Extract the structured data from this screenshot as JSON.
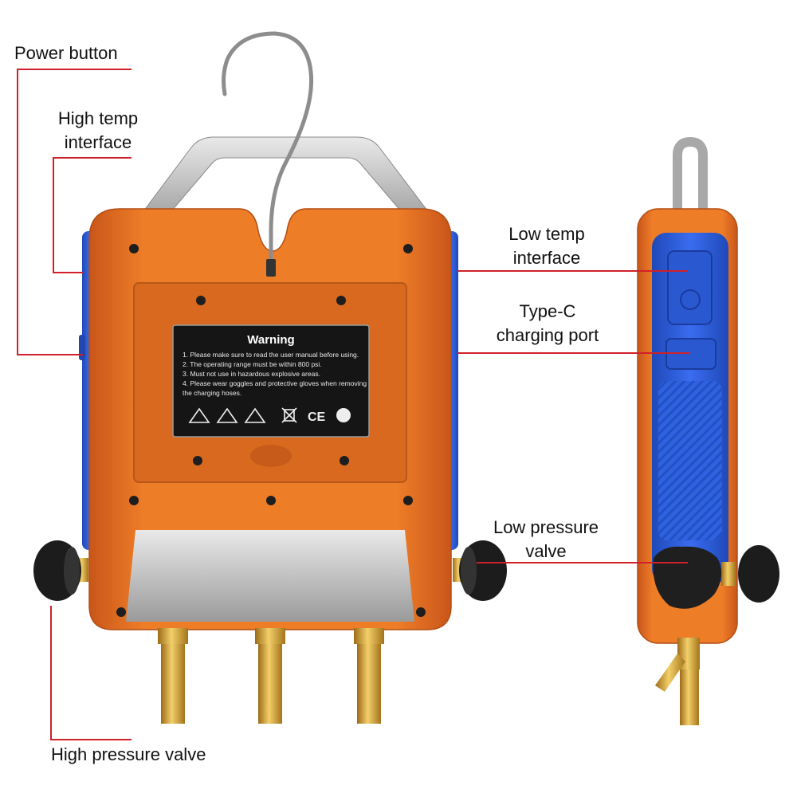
{
  "callouts": {
    "power_button": "Power button",
    "high_temp_line1": "High temp",
    "high_temp_line2": "interface",
    "low_temp_line1": "Low temp",
    "low_temp_line2": "interface",
    "typec_line1": "Type-C",
    "typec_line2": "charging port",
    "low_pressure_line1": "Low pressure",
    "low_pressure_line2": "valve",
    "high_pressure": "High pressure valve"
  },
  "warning_label": {
    "title": "Warning",
    "lines": [
      "1. Please make sure to read the user manual before using.",
      "2. The operating range must be within 800 psi.",
      "3. Must not use in hazardous explosive areas.",
      "4. Please wear goggles and protective gloves when removing",
      "   the charging hoses."
    ],
    "marks": [
      "CE"
    ]
  },
  "colors": {
    "callout_line": "#d0202a",
    "body_orange": "#e8731e",
    "side_blue": "#2a5bd7",
    "label_black": "#111111",
    "brass": "#d9a53a"
  }
}
